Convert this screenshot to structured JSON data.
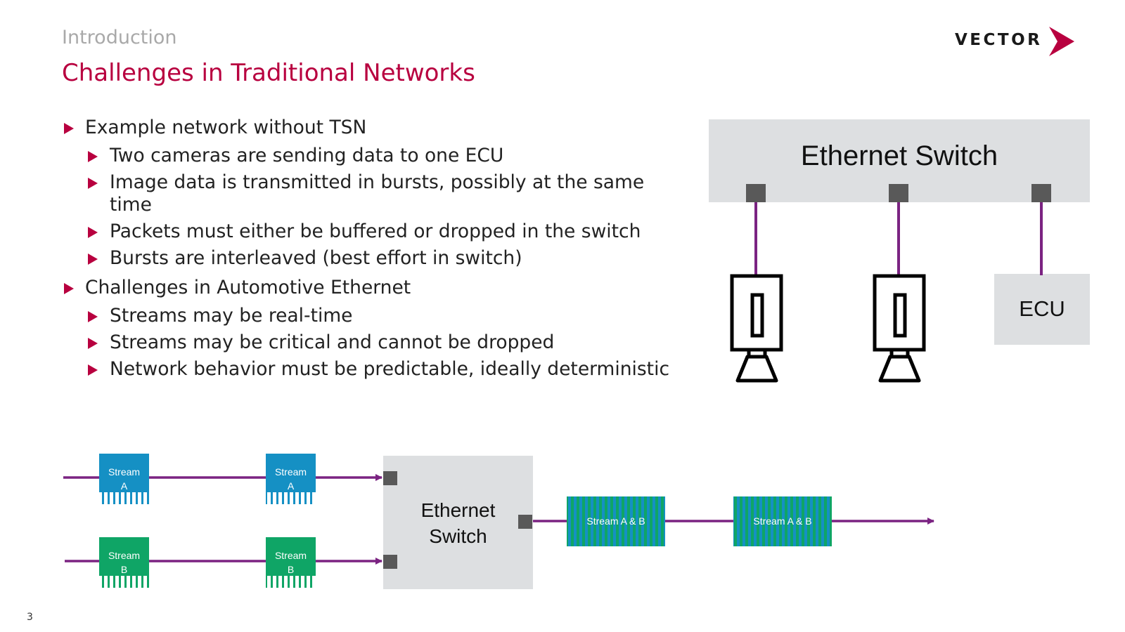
{
  "header": {
    "section": "Introduction",
    "title": "Challenges in Traditional Networks",
    "logo_text": "VECTOR"
  },
  "bullets": [
    {
      "level": 1,
      "text": "Example network without TSN"
    },
    {
      "level": 2,
      "text": "Two cameras are sending data to one ECU"
    },
    {
      "level": 2,
      "text": "Image data is transmitted in bursts, possibly at the same time"
    },
    {
      "level": 2,
      "text": "Packets must either be buffered or dropped in the switch"
    },
    {
      "level": 2,
      "text": "Bursts are interleaved (best effort in switch)"
    },
    {
      "level": 1,
      "text": "Challenges in Automotive Ethernet"
    },
    {
      "level": 2,
      "text": "Streams may be real-time"
    },
    {
      "level": 2,
      "text": "Streams may be critical and cannot be dropped"
    },
    {
      "level": 2,
      "text": "Network behavior must be predictable, ideally deterministic"
    }
  ],
  "top_diagram": {
    "switch_label": "Ethernet Switch",
    "ecu_label": "ECU"
  },
  "bottom_diagram": {
    "switch_label_line1": "Ethernet",
    "switch_label_line2": "Switch",
    "stream_a_line1": "Stream",
    "stream_a_line2": "A",
    "stream_b_line1": "Stream",
    "stream_b_line2": "B",
    "merged_label": "Stream A & B"
  },
  "footer": {
    "page_number": "3"
  },
  "colors": {
    "accent": "#b8003f",
    "link_line": "#7b2382",
    "stream_a": "#1590c4",
    "stream_b": "#0fa566",
    "switch_fill": "#dddfe1",
    "port": "#595959"
  }
}
